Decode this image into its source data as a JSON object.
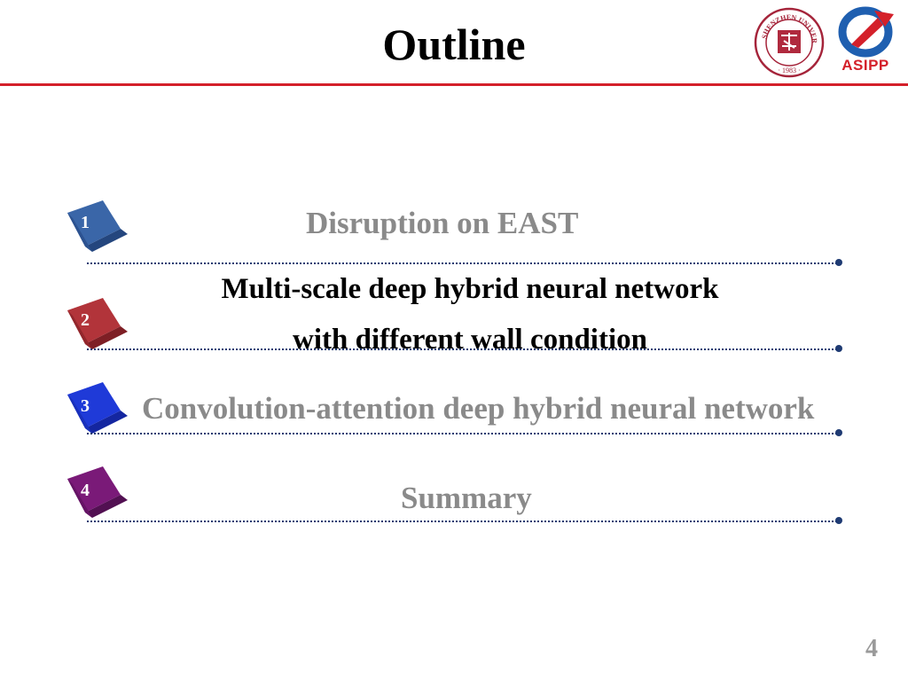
{
  "slide": {
    "title": "Outline",
    "page_number": "4",
    "accent_color": "#d4202a"
  },
  "logos": {
    "university_seal": {
      "ring_text": "SHENZHEN UNIVERSITY",
      "year": "1983",
      "color": "#a5243a"
    },
    "asipp": {
      "label": "ASIPP",
      "color": "#1f5fb0"
    }
  },
  "outline": {
    "items": [
      {
        "number": "1",
        "label": "Disruption on EAST",
        "state": "muted",
        "cube_color": "#3a66a8"
      },
      {
        "number": "2",
        "label_line1": "Multi-scale deep hybrid neural network",
        "label_line2": "with different wall condition",
        "state": "active",
        "cube_color": "#b2343a"
      },
      {
        "number": "3",
        "label": "Convolution-attention deep hybrid neural network",
        "state": "muted",
        "cube_color": "#1f3ad8"
      },
      {
        "number": "4",
        "label": "Summary",
        "state": "muted",
        "cube_color": "#7a1a78"
      }
    ]
  }
}
